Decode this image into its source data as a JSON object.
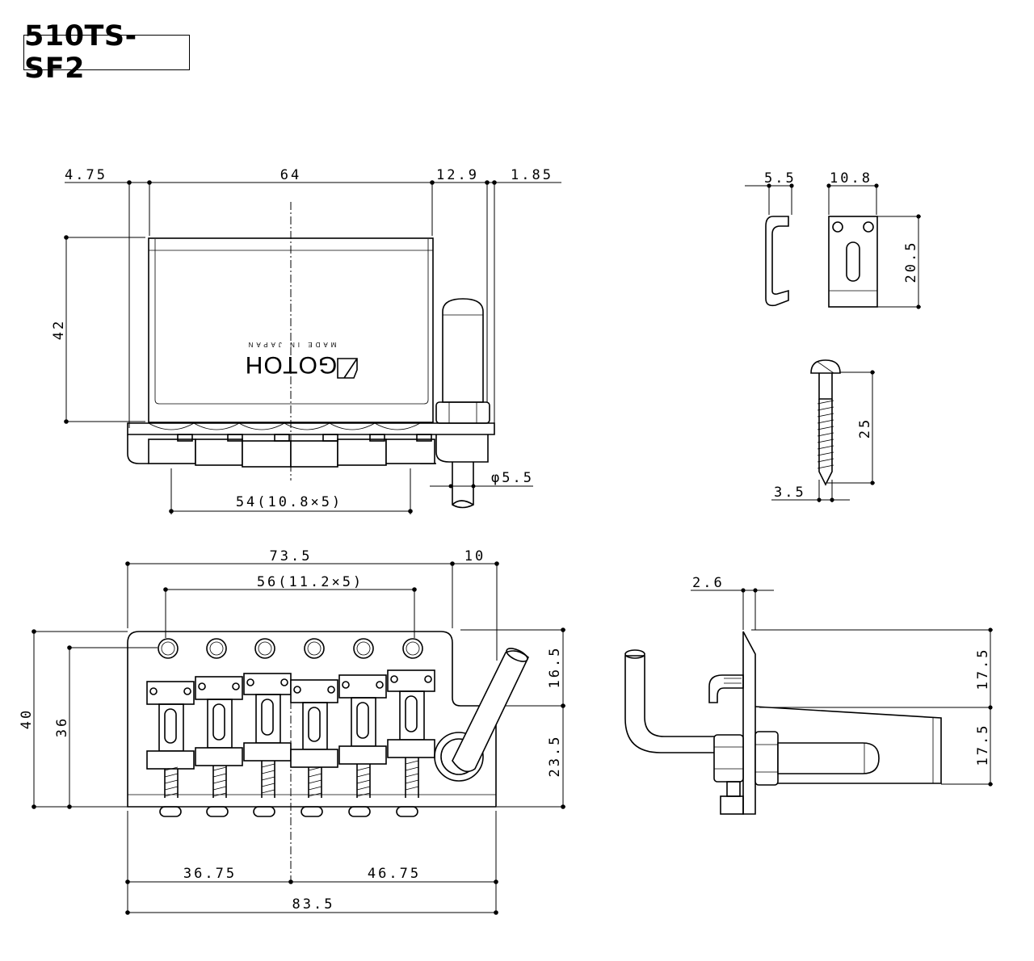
{
  "title": "510TS-SF2",
  "plate_text": {
    "brand": "GOTOH",
    "origin": "MADE IN JAPAN"
  },
  "front_view": {
    "w_offset": "4.75",
    "w_block": "64",
    "w_nut": "12.9",
    "w_gap": "1.85",
    "h_block": "42",
    "saddle_span": "54(10.8×5)",
    "arm_dia": "φ5.5"
  },
  "claw_view": {
    "w_hook": "5.5",
    "w_plate": "10.8",
    "h_plate": "20.5"
  },
  "screw_view": {
    "length": "25",
    "dia": "3.5"
  },
  "top_view": {
    "w_plate": "73.5",
    "w_arm": "10",
    "hole_span": "56(11.2×5)",
    "h_total": "40",
    "h_holes": "36",
    "h_upper": "16.5",
    "h_lower": "23.5",
    "w_left": "36.75",
    "w_right": "46.75",
    "w_total": "83.5"
  },
  "side_view": {
    "w_plate": "2.6",
    "h_upper": "17.5",
    "h_lower": "17.5"
  }
}
